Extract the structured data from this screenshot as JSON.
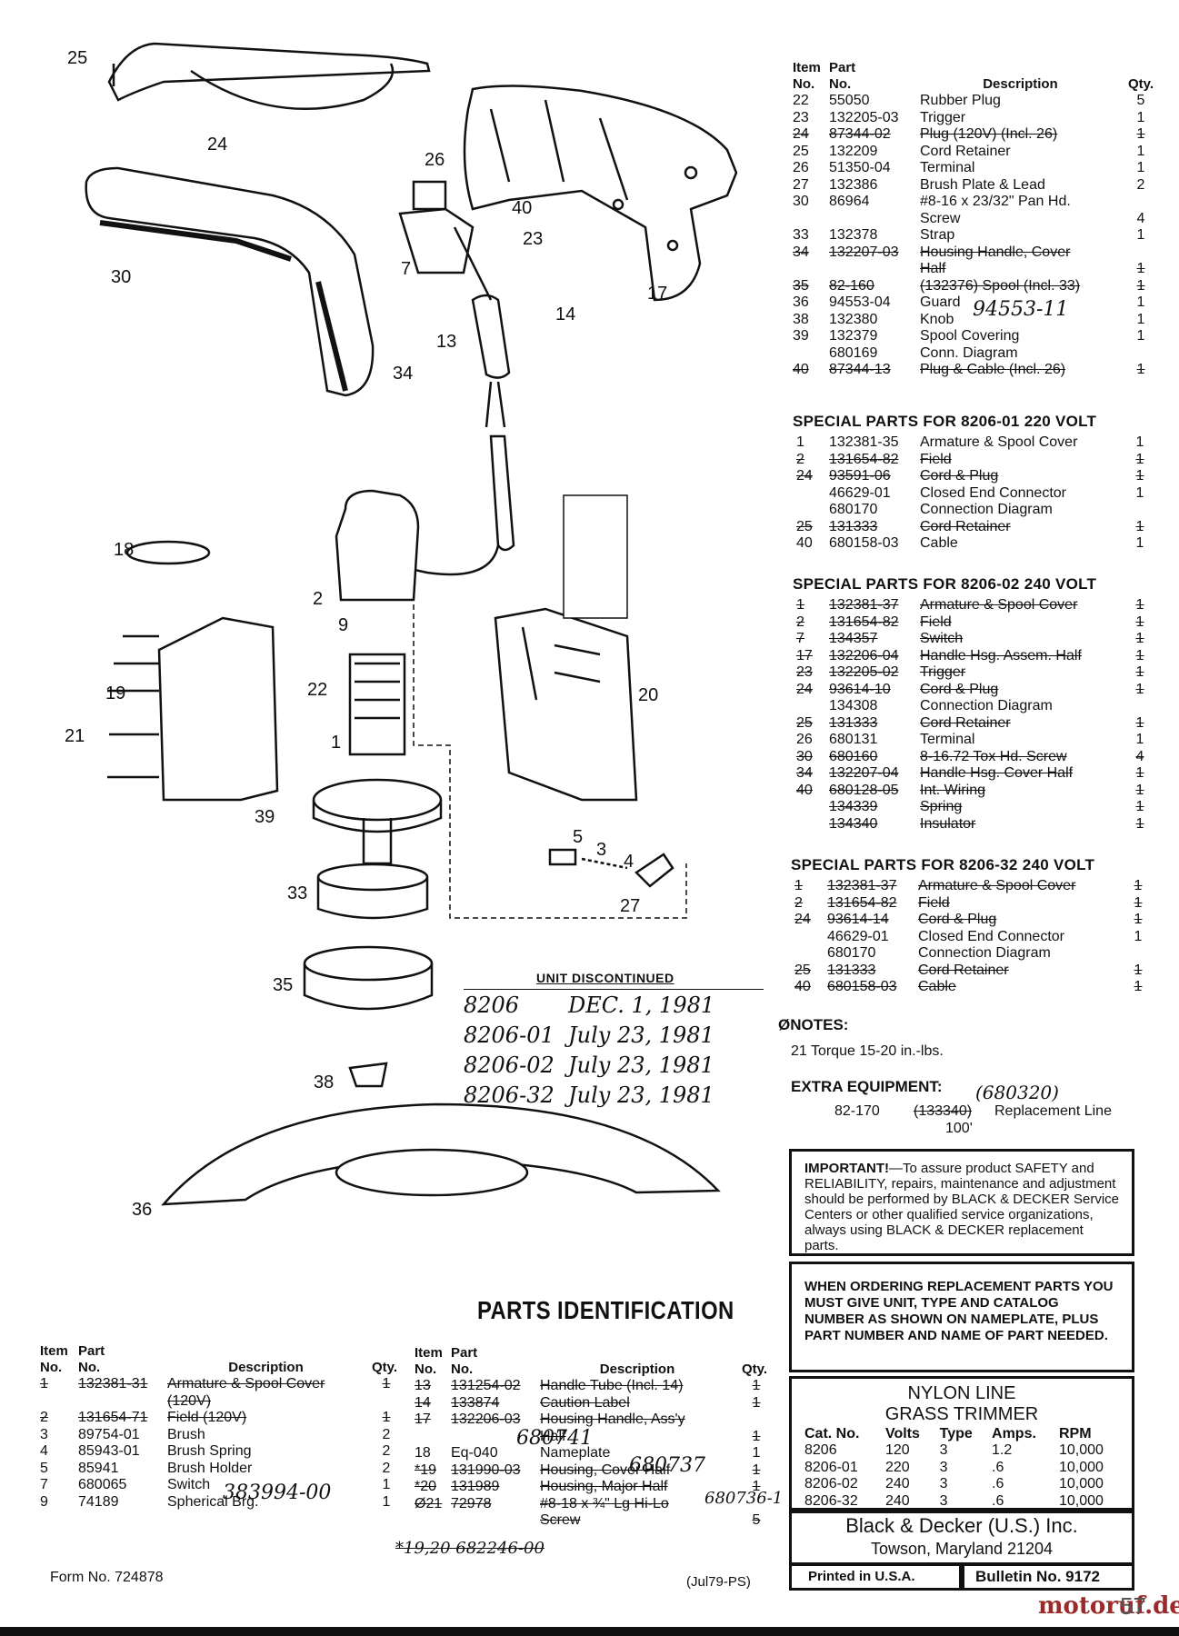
{
  "title": "PARTS IDENTIFICATION",
  "right_table": {
    "headers": {
      "item_top": "Item",
      "item_bot": "No.",
      "part_top": "Part",
      "part_bot": "No.",
      "desc": "Description",
      "qty": "Qty."
    },
    "rows": [
      {
        "item": "22",
        "part": "55050",
        "desc": "Rubber Plug",
        "qty": "5",
        "strike": false
      },
      {
        "item": "23",
        "part": "132205-03",
        "desc": "Trigger",
        "qty": "1",
        "strike": false
      },
      {
        "item": "24",
        "part": "87344-02",
        "desc": "Plug (120V) (Incl. 26)",
        "qty": "1",
        "strike": true
      },
      {
        "item": "25",
        "part": "132209",
        "desc": "Cord Retainer",
        "qty": "1",
        "strike": false
      },
      {
        "item": "26",
        "part": "51350-04",
        "desc": "Terminal",
        "qty": "1",
        "strike": false
      },
      {
        "item": "27",
        "part": "132386",
        "desc": "Brush Plate & Lead",
        "qty": "2",
        "strike": false
      },
      {
        "item": "30",
        "part": "86964",
        "desc": "#8-16 x 23/32\" Pan Hd.",
        "qty": "",
        "strike": false
      },
      {
        "item": "",
        "part": "",
        "desc": "Screw",
        "qty": "4",
        "strike": false
      },
      {
        "item": "33",
        "part": "132378",
        "desc": "Strap",
        "qty": "1",
        "strike": false
      },
      {
        "item": "34",
        "part": "132207-03",
        "desc": "Housing Handle, Cover",
        "qty": "",
        "strike": true
      },
      {
        "item": "",
        "part": "",
        "desc": "Half",
        "qty": "1",
        "strike": true
      },
      {
        "item": "35",
        "part": "82-160",
        "desc": "(132376) Spool (Incl. 33)",
        "qty": "1",
        "strike": true
      },
      {
        "item": "36",
        "part": "94553-04",
        "desc": "Guard",
        "qty": "1",
        "strike": false
      },
      {
        "item": "38",
        "part": "132380",
        "desc": "Knob",
        "qty": "1",
        "strike": false
      },
      {
        "item": "39",
        "part": "132379",
        "desc": "Spool Covering",
        "qty": "1",
        "strike": false
      },
      {
        "item": "",
        "part": "680169",
        "desc": "Conn. Diagram",
        "qty": "",
        "strike": false
      },
      {
        "item": "40",
        "part": "87344-13",
        "desc": "Plug & Cable (Incl. 26)",
        "qty": "1",
        "strike": true
      }
    ],
    "guard_handwritten": "94553-11"
  },
  "sections": [
    {
      "title": "SPECIAL PARTS FOR 8206-01 220 VOLT",
      "rows": [
        {
          "item": "1",
          "part": "132381-35",
          "desc": "Armature & Spool Cover",
          "qty": "1",
          "strike": false
        },
        {
          "item": "2",
          "part": "131654-82",
          "desc": "Field",
          "qty": "1",
          "strike": true
        },
        {
          "item": "24",
          "part": "93591-06",
          "desc": "Cord & Plug",
          "qty": "1",
          "strike": true
        },
        {
          "item": "",
          "part": "46629-01",
          "desc": "Closed End Connector",
          "qty": "1",
          "strike": false
        },
        {
          "item": "",
          "part": "680170",
          "desc": "Connection Diagram",
          "qty": "",
          "strike": false
        },
        {
          "item": "25",
          "part": "131333",
          "desc": "Cord Retainer",
          "qty": "1",
          "strike": true
        },
        {
          "item": "40",
          "part": "680158-03",
          "desc": "Cable",
          "qty": "1",
          "strike": false
        }
      ]
    },
    {
      "title": "SPECIAL PARTS FOR 8206-02 240 VOLT",
      "rows": [
        {
          "item": "1",
          "part": "132381-37",
          "desc": "Armature & Spool Cover",
          "qty": "1",
          "strike": true
        },
        {
          "item": "2",
          "part": "131654-82",
          "desc": "Field",
          "qty": "1",
          "strike": true
        },
        {
          "item": "7",
          "part": "134357",
          "desc": "Switch",
          "qty": "1",
          "strike": true
        },
        {
          "item": "17",
          "part": "132206-04",
          "desc": "Handle Hsg. Assem. Half",
          "qty": "1",
          "strike": true
        },
        {
          "item": "23",
          "part": "132205-02",
          "desc": "Trigger",
          "qty": "1",
          "strike": true
        },
        {
          "item": "24",
          "part": "93614-10",
          "desc": "Cord & Plug",
          "qty": "1",
          "strike": true
        },
        {
          "item": "",
          "part": "134308",
          "desc": "Connection Diagram",
          "qty": "",
          "strike": false
        },
        {
          "item": "25",
          "part": "131333",
          "desc": "Cord Retainer",
          "qty": "1",
          "strike": true
        },
        {
          "item": "26",
          "part": "680131",
          "desc": "Terminal",
          "qty": "1",
          "strike": false
        },
        {
          "item": "30",
          "part": "680160",
          "desc": "8-16.72 Tox Hd. Screw",
          "qty": "4",
          "strike": true
        },
        {
          "item": "34",
          "part": "132207-04",
          "desc": "Handle Hsg. Cover Half",
          "qty": "1",
          "strike": true
        },
        {
          "item": "40",
          "part": "680128-05",
          "desc": "Int. Wiring",
          "qty": "1",
          "strike": true
        },
        {
          "item": "",
          "part": "134339",
          "desc": "Spring",
          "qty": "1",
          "strike": true
        },
        {
          "item": "",
          "part": "134340",
          "desc": "Insulator",
          "qty": "1",
          "strike": true
        }
      ]
    },
    {
      "title": "SPECIAL PARTS FOR 8206-32 240 VOLT",
      "rows": [
        {
          "item": "1",
          "part": "132381-37",
          "desc": "Armature & Spool Cover",
          "qty": "1",
          "strike": true
        },
        {
          "item": "2",
          "part": "131654-82",
          "desc": "Field",
          "qty": "1",
          "strike": true
        },
        {
          "item": "24",
          "part": "93614-14",
          "desc": "Cord & Plug",
          "qty": "1",
          "strike": true
        },
        {
          "item": "",
          "part": "46629-01",
          "desc": "Closed End Connector",
          "qty": "1",
          "strike": false
        },
        {
          "item": "",
          "part": "680170",
          "desc": "Connection Diagram",
          "qty": "",
          "strike": false
        },
        {
          "item": "25",
          "part": "131333",
          "desc": "Cord Retainer",
          "qty": "1",
          "strike": true
        },
        {
          "item": "40",
          "part": "680158-03",
          "desc": "Cable",
          "qty": "1",
          "strike": true
        }
      ]
    }
  ],
  "notes": {
    "title": "ØNOTES:",
    "line": "21 Torque 15-20 in.-lbs."
  },
  "extra": {
    "title": "EXTRA EQUIPMENT:",
    "handwritten": "(680320)",
    "part": "82-170",
    "old": "(133340)",
    "desc": "Replacement Line",
    "desc2": "100'"
  },
  "important": {
    "bold": "IMPORTANT!",
    "text": "—To assure product SAFETY and RELIABILITY, repairs, maintenance and adjustment should be performed by BLACK & DECKER Service Centers or other qualified service organizations, always using BLACK & DECKER replacement parts."
  },
  "ordering": "WHEN ORDERING REPLACEMENT PARTS YOU MUST GIVE UNIT, TYPE AND CATALOG NUMBER AS SHOWN ON NAMEPLATE, PLUS PART NUMBER AND NAME OF PART NEEDED.",
  "product": {
    "title1": "NYLON LINE",
    "title2": "GRASS TRIMMER",
    "headers": [
      "Cat. No.",
      "Volts",
      "Type",
      "Amps.",
      "RPM"
    ],
    "rows": [
      [
        "8206",
        "120",
        "3",
        "1.2",
        "10,000"
      ],
      [
        "8206-01",
        "220",
        "3",
        ".6",
        "10,000"
      ],
      [
        "8206-02",
        "240",
        "3",
        ".6",
        "10,000"
      ],
      [
        "8206-32",
        "240",
        "3",
        ".6",
        "10,000"
      ]
    ]
  },
  "company": {
    "name": "Black & Decker (U.S.) Inc.",
    "city": "Towson, Maryland 21204",
    "printed": "Printed in U.S.A.",
    "bulletin": "Bulletin No. 9172"
  },
  "discontinued": {
    "title": "UNIT DISCONTINUED",
    "rows": [
      [
        "8206",
        "DEC. 1, 1981"
      ],
      [
        "8206-01",
        "July 23, 1981"
      ],
      [
        "8206-02",
        "July 23, 1981"
      ],
      [
        "8206-32",
        "July 23, 1981"
      ]
    ]
  },
  "bottom_left_table": {
    "headers": {
      "item_top": "Item",
      "item_bot": "No.",
      "part_top": "Part",
      "part_bot": "No.",
      "desc": "Description",
      "qty": "Qty."
    },
    "rows": [
      {
        "item": "1",
        "part": "132381-31",
        "desc": "Armature & Spool Cover",
        "qty": "1",
        "strike": true
      },
      {
        "item": "",
        "part": "",
        "desc": "(120V)",
        "qty": "",
        "strike": true
      },
      {
        "item": "2",
        "part": "131654-71",
        "desc": "Field (120V)",
        "qty": "1",
        "strike": true
      },
      {
        "item": "3",
        "part": "89754-01",
        "desc": "Brush",
        "qty": "2",
        "strike": false
      },
      {
        "item": "4",
        "part": "85943-01",
        "desc": "Brush Spring",
        "qty": "2",
        "strike": false
      },
      {
        "item": "5",
        "part": "85941",
        "desc": "Brush Holder",
        "qty": "2",
        "strike": false
      },
      {
        "item": "7",
        "part": "680065",
        "desc": "Switch",
        "qty": "1",
        "strike": false
      },
      {
        "item": "9",
        "part": "74189",
        "desc": "Spherical Brg.",
        "qty": "1",
        "strike": false
      }
    ],
    "switch_handwritten": "383994-00"
  },
  "bottom_right_table": {
    "headers": {
      "item_top": "Item",
      "item_bot": "No.",
      "part_top": "Part",
      "part_bot": "No.",
      "desc": "Description",
      "qty": "Qty."
    },
    "rows": [
      {
        "item": "13",
        "part": "131254-02",
        "desc": "Handle Tube (Incl. 14)",
        "qty": "1",
        "strike": true
      },
      {
        "item": "14",
        "part": "133874",
        "desc": "Caution Label",
        "qty": "1",
        "strike": true
      },
      {
        "item": "17",
        "part": "132206-03",
        "desc": "Housing Handle, Ass'y",
        "qty": "",
        "strike": true
      },
      {
        "item": "",
        "part": "",
        "desc": "Half",
        "qty": "1",
        "strike": true
      },
      {
        "item": "18",
        "part": "Eq-040",
        "desc": "Nameplate",
        "qty": "1",
        "strike": false
      },
      {
        "item": "*19",
        "part": "131990-03",
        "desc": "Housing, Cover Half",
        "qty": "1",
        "strike": true
      },
      {
        "item": "*20",
        "part": "131989",
        "desc": "Housing, Major Half",
        "qty": "1",
        "strike": true
      },
      {
        "item": "Ø21",
        "part": "72978",
        "desc": "#8-18 x ¾\" Lg Hi-Lo",
        "qty": "",
        "strike": true
      },
      {
        "item": "",
        "part": "",
        "desc": "Screw",
        "qty": "5",
        "strike": true
      }
    ],
    "hw_17": "680741",
    "hw_18": "680737",
    "hw_20": "680736-1",
    "hw_bottom": "*19,20 682246-00"
  },
  "form_no": "Form No. 724878",
  "date_code": "(Jul79-PS)",
  "watermark": "motoruf.de",
  "page_no": "57",
  "callouts": [
    "25",
    "24",
    "26",
    "40",
    "23",
    "30",
    "7",
    "17",
    "13",
    "14",
    "34",
    "18",
    "2",
    "9",
    "22",
    "19",
    "20",
    "21",
    "1",
    "39",
    "5",
    "3",
    "4",
    "27",
    "33",
    "35",
    "38",
    "36"
  ]
}
